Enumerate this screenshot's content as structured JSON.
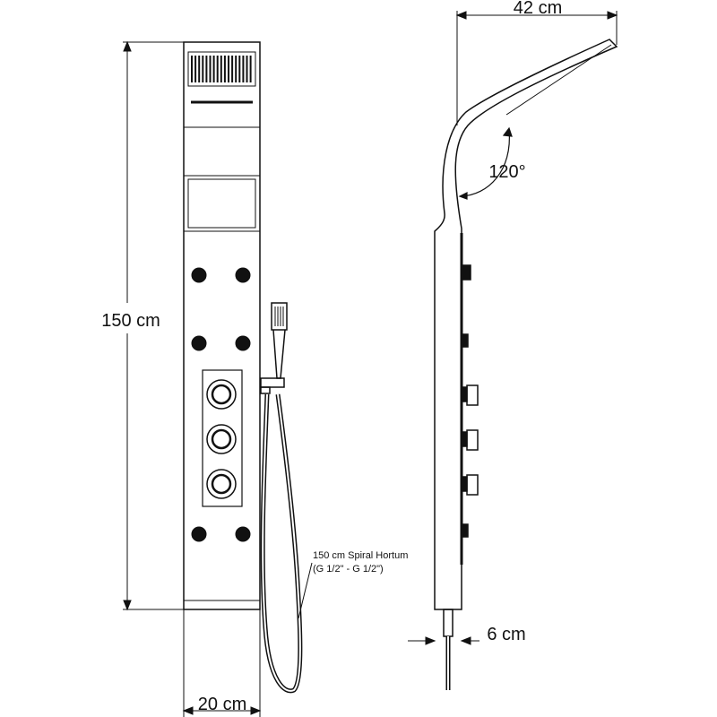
{
  "dimensions": {
    "height": "150 cm",
    "panel_width": "20 cm",
    "head_reach": "42 cm",
    "depth": "6 cm",
    "arm_angle": "120°"
  },
  "hose": {
    "line1": "150 cm Spiral Hortum",
    "line2": "(G 1/2\" - G 1/2\")"
  },
  "colors": {
    "line": "#111111",
    "background": "#ffffff"
  }
}
